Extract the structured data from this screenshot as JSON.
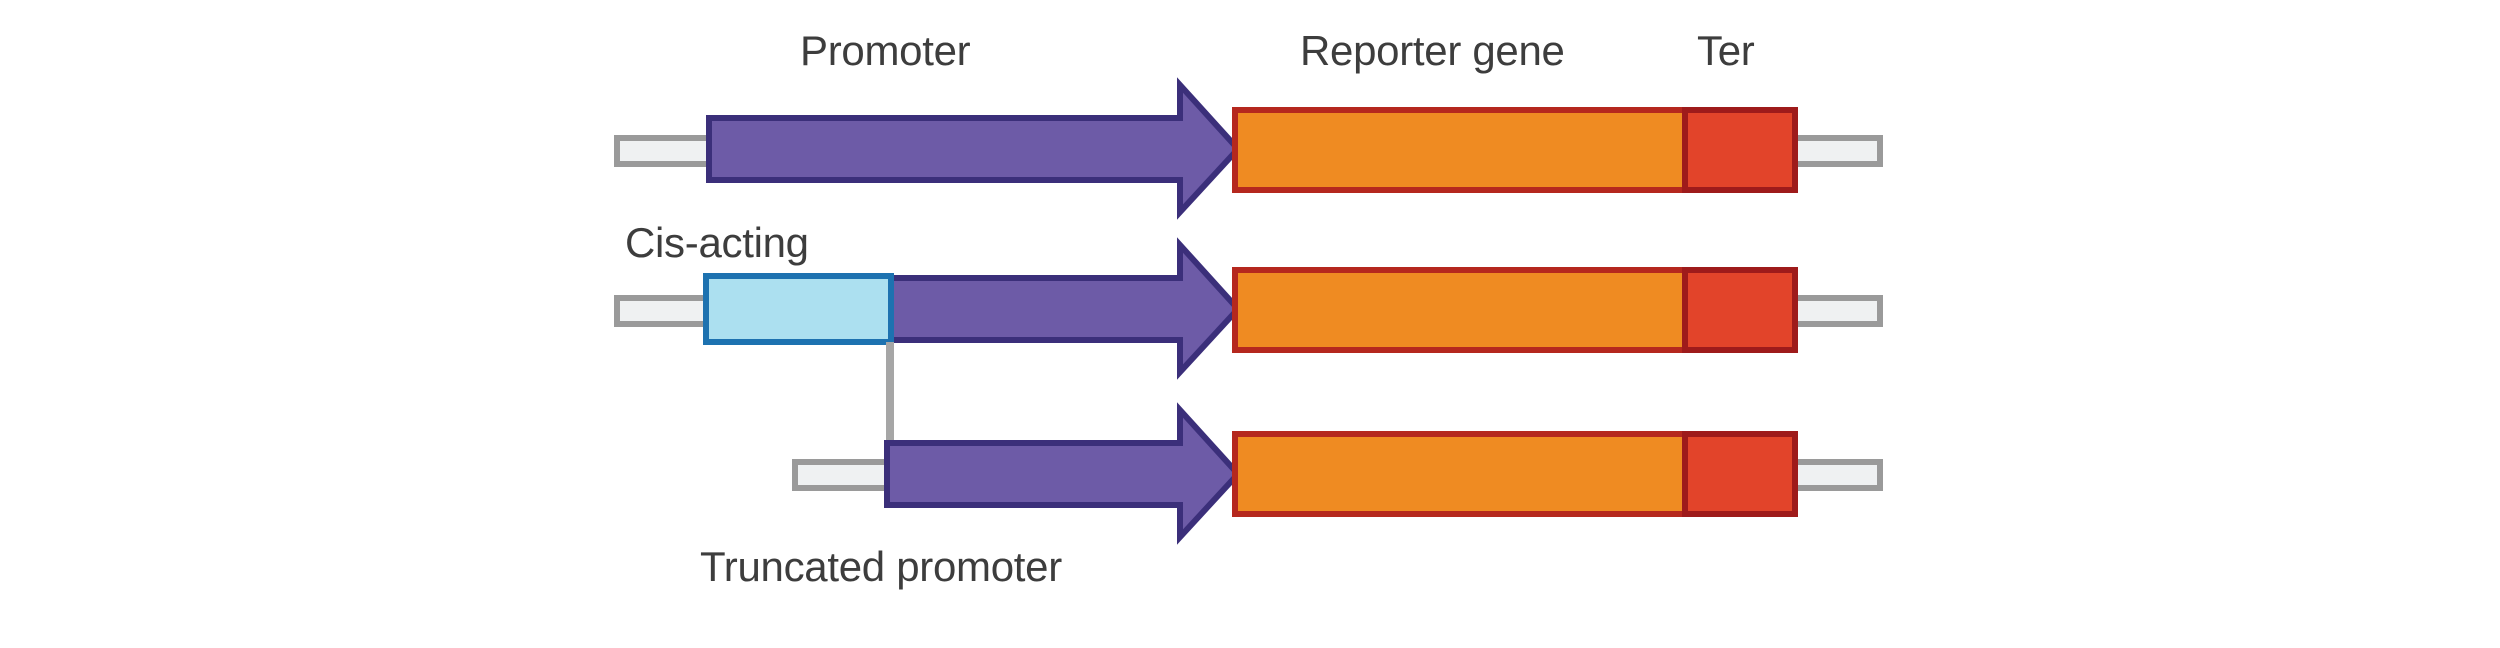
{
  "figure": {
    "type": "gene-construct-diagram",
    "background": "#ffffff",
    "labels": {
      "promoter": "Promoter",
      "reporter_gene": "Reporter gene",
      "terminator": "Ter",
      "cis_acting": "Cis-acting",
      "truncated_promoter": "Truncated promoter"
    },
    "colors": {
      "promoter_fill": "#6d5ba7",
      "promoter_stroke": "#3b2f7a",
      "reporter_fill": "#ef8b22",
      "reporter_stroke": "#b5281e",
      "terminator_fill": "#e2442a",
      "terminator_stroke": "#9e1b1b",
      "cis_fill": "#ace0f0",
      "cis_stroke": "#1d72b0",
      "backbone_fill": "#eff1f2",
      "backbone_stroke": "#9a9a9a",
      "connector_line": "#a6a6a6",
      "text": "#3d3d3d"
    },
    "constructs": [
      {
        "id": "construct-1",
        "name": "full-promoter-construct",
        "elements": [
          "backbone-left",
          "promoter-arrow",
          "reporter-gene-box",
          "terminator-box",
          "backbone-right"
        ]
      },
      {
        "id": "construct-2",
        "name": "cis-acting-promoter-construct",
        "elements": [
          "backbone-left",
          "cis-acting-box",
          "promoter-arrow",
          "reporter-gene-box",
          "terminator-box",
          "backbone-right"
        ]
      },
      {
        "id": "construct-3",
        "name": "truncated-promoter-construct",
        "elements": [
          "backbone-left",
          "truncated-promoter-arrow",
          "reporter-gene-box",
          "terminator-box",
          "backbone-right"
        ]
      }
    ]
  }
}
